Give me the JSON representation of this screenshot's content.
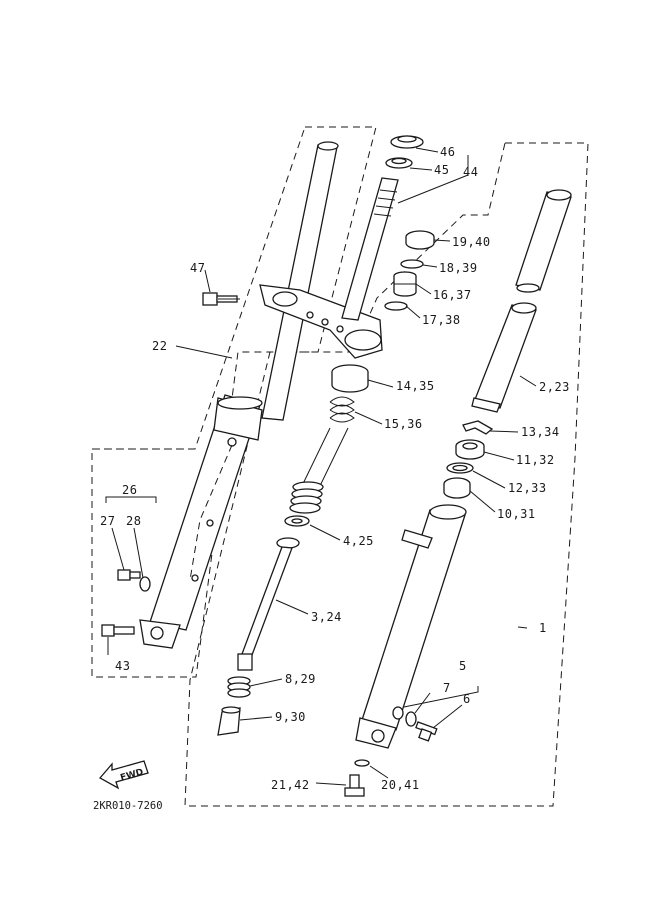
{
  "diagram": {
    "code": "2KR010-7260",
    "fwd_label": "FWD"
  },
  "callouts": {
    "c1": "1",
    "c5": "5",
    "c6": "6",
    "c7": "7",
    "c22": "22",
    "c26": "26",
    "c27": "27",
    "c28": "28",
    "c43": "43",
    "c47": "47",
    "c46": "46",
    "c45": "45",
    "c44": "44",
    "c19": "19,40",
    "c18": "18,39",
    "c16": "16,37",
    "c17": "17,38",
    "c14": "14,35",
    "c15": "15,36",
    "c2": "2,23",
    "c13": "13,34",
    "c11": "11,32",
    "c12": "12,33",
    "c10": "10,31",
    "c4": "4,25",
    "c3": "3,24",
    "c8": "8,29",
    "c9": "9,30",
    "c21": "21,42",
    "c20": "20,41"
  }
}
